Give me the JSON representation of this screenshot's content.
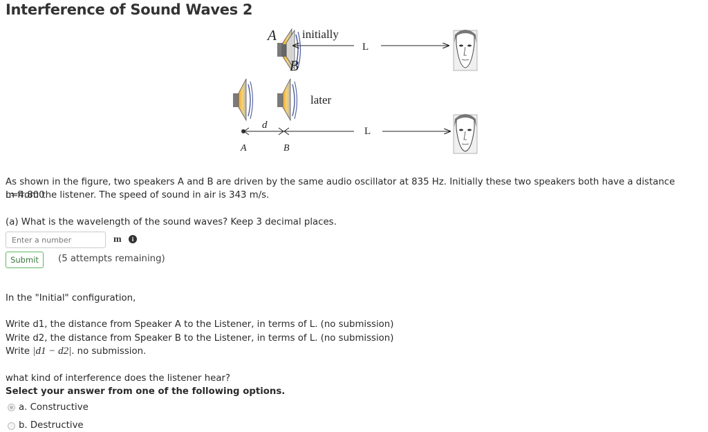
{
  "title": "Interference of Sound Waves 2",
  "figure": {
    "label_A_top": "A",
    "label_B_top": "B",
    "label_initially": "initially",
    "label_L_top": "L",
    "label_later": "later",
    "label_d": "d",
    "label_L_bottom": "L",
    "label_A_bottom": "A",
    "label_B_bottom": "B"
  },
  "problem": {
    "intro_line1": "As shown in the figure, two speakers A and B are driven by the same audio oscillator at 835 Hz. Initially these two speakers both have a distance L=4.800",
    "intro_line2": "m from the listener. The speed of sound in air is 343 m/s.",
    "part_a_question": "(a) What is the wavelength of the sound waves? Keep 3 decimal places.",
    "answer_placeholder": "Enter a number",
    "unit": "m",
    "info_glyph": "i",
    "submit_label": "Submit",
    "attempts": "(5 attempts remaining)",
    "initial_config": "In the \"Initial\" configuration,",
    "write_d1": "Write d1, the distance from Speaker A to the Listener, in terms of L. (no submission)",
    "write_d2": "Write d2, the distance from Speaker B to the Listener,  in terms of L. (no submission)",
    "write_prefix": "Write ",
    "write_formula": "|d1 − d2|",
    "write_suffix": ".  no submission.",
    "interference_question": "what kind of interference does the listener hear?",
    "select_prompt": "Select your answer from one of the following options.",
    "options": [
      "a. Constructive",
      "b. Destructive"
    ]
  }
}
